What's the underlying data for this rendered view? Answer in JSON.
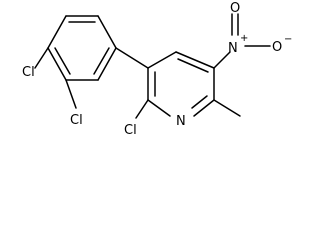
{
  "molecule": {
    "atoms": {
      "cl_top": "Cl",
      "cl_bottom": "Cl",
      "cl_pyridine": "Cl",
      "pyridine_n": "N",
      "nitro_n": "N",
      "nitro_o_top": "O",
      "nitro_o_right": "O",
      "nitro_plus": "+",
      "nitro_minus": "−"
    }
  }
}
